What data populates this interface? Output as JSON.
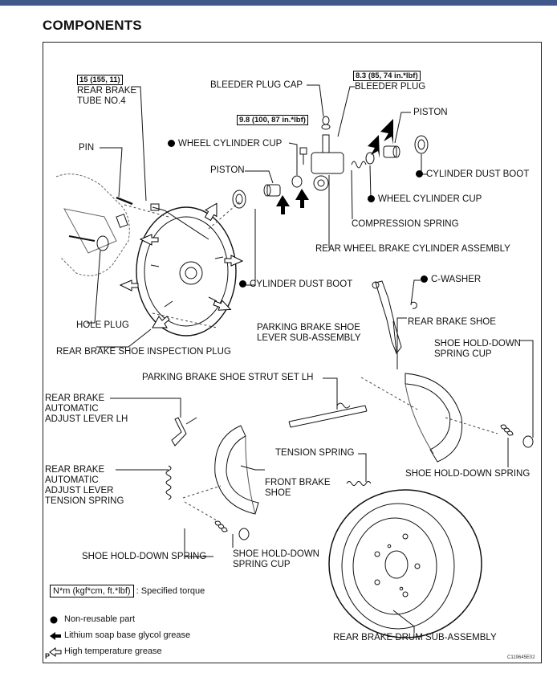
{
  "heading": "COMPONENTS",
  "torque_specs": {
    "brake_tube": "15 (155, 11)",
    "bleeder_plug": "8.3 (85, 74 in.*lbf)",
    "wheel_cylinder": "9.8 (100, 87 in.*lbf)"
  },
  "labels": {
    "rear_brake_tube": "REAR BRAKE\nTUBE NO.4",
    "bleeder_plug_cap": "BLEEDER  PLUG CAP",
    "bleeder_plug": "BLEEDER PLUG",
    "piston_right": "PISTON",
    "pin": "PIN",
    "wheel_cylinder_cup_left": "WHEEL CYLINDER CUP",
    "cylinder_dust_boot_right": "CYLINDER DUST BOOT",
    "piston_left": "PISTON",
    "wheel_cylinder_cup_right": "WHEEL CYLINDER CUP",
    "compression_spring": "COMPRESSION SPRING",
    "rear_wheel_brake_cylinder": "REAR WHEEL BRAKE CYLINDER ASSEMBLY",
    "cylinder_dust_boot_left": "CYLINDER DUST BOOT",
    "c_washer": "C-WASHER",
    "hole_plug": "HOLE PLUG",
    "parking_brake_shoe_lever": "PARKING BRAKE SHOE\nLEVER SUB-ASSEMBLY",
    "rear_brake_shoe": "REAR BRAKE SHOE",
    "rear_brake_shoe_inspection_plug": "REAR BRAKE SHOE INSPECTION PLUG",
    "shoe_hold_down_spring_cup_right": "SHOE HOLD-DOWN\nSPRING CUP",
    "parking_brake_strut": "PARKING BRAKE SHOE STRUT SET LH",
    "auto_adjust_lever": "REAR BRAKE\nAUTOMATIC\nADJUST LEVER LH",
    "tension_spring": "TENSION SPRING",
    "shoe_hold_down_spring_right": "SHOE HOLD-DOWN SPRING",
    "auto_adjust_lever_spring": "REAR BRAKE\nAUTOMATIC\nADJUST LEVER\nTENSION SPRING",
    "front_brake_shoe": "FRONT BRAKE\nSHOE",
    "shoe_hold_down_spring_left": "SHOE HOLD-DOWN SPRING",
    "shoe_hold_down_spring_cup_left": "SHOE HOLD-DOWN\nSPRING CUP",
    "rear_brake_drum": "REAR BRAKE DRUM SUB-ASSEMBLY"
  },
  "legend": {
    "torque_unit": "N*m (kgf*cm, ft.*lbf)",
    "torque_desc": ": Specified torque",
    "non_reusable": "Non-reusable part",
    "lithium": "Lithium soap base glycol grease",
    "high_temp": "High temperature grease"
  },
  "corner_mark": "P",
  "figure_code": "C119645E02"
}
